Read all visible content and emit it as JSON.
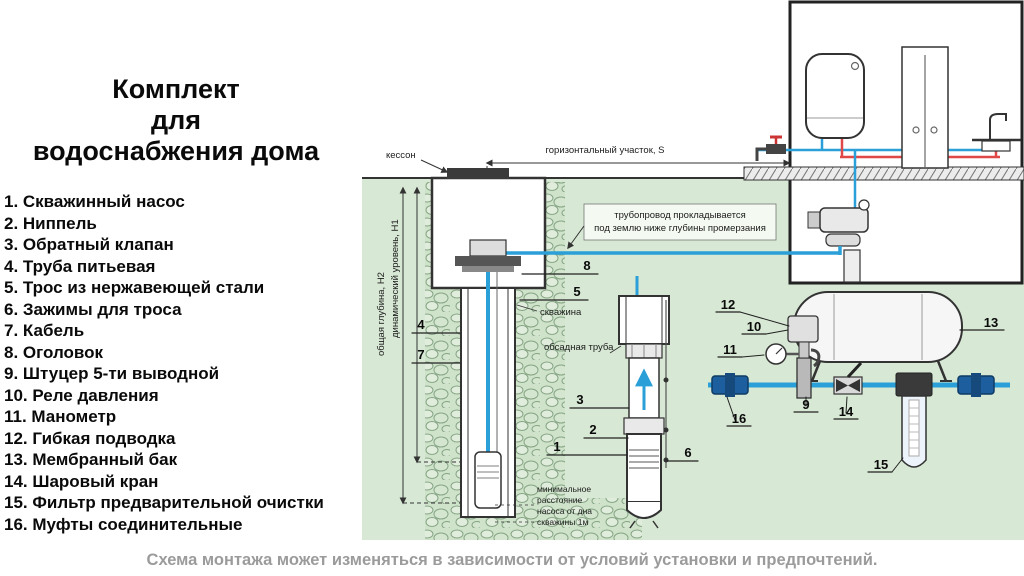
{
  "title": {
    "line1": "Комплект",
    "line2": "для",
    "line3": "водоснабжения дома"
  },
  "parts": [
    "1. Скважинный насос",
    "2. Ниппель",
    "3. Обратный клапан",
    "4. Труба питьевая",
    "5. Трос из нержавеющей стали",
    "6. Зажимы для троса",
    "7. Кабель",
    "8. Оголовок",
    "9. Штуцер 5-ти выводной",
    "10. Реле давления",
    "11. Манометр",
    "12. Гибкая подводка",
    "13. Мембранный бак",
    "14. Шаровый кран",
    "15. Фильтр предварительной очистки",
    "16. Муфты соединительные"
  ],
  "diagram": {
    "kesson": "кессон",
    "horizontal_section": "горизонтальный участок, S",
    "pipe_note_line1": "трубопровод прокладывается",
    "pipe_note_line2": "под землю ниже глубины промерзания",
    "well": "скважина",
    "casing": "обсадная труба",
    "total_depth": "общая глубина, Н2",
    "dynamic_level": "динамический уровень, Н1",
    "min_dist_line1": "минимальное",
    "min_dist_line2": "расстояние",
    "min_dist_line3": "насоса от дна",
    "min_dist_line4": "скважины 1м"
  },
  "callouts": {
    "c1": "1",
    "c2": "2",
    "c3": "3",
    "c4": "4",
    "c5": "5",
    "c6": "6",
    "c7": "7",
    "c8": "8",
    "c9": "9",
    "c10": "10",
    "c11": "11",
    "c12": "12",
    "c13": "13",
    "c14": "14",
    "c15": "15",
    "c16": "16"
  },
  "footer": "Схема монтажа может изменяться в зависимости от условий установки и предпочтений.",
  "colors": {
    "ground": "#d7e8d4",
    "pipe_cold": "#2a9fd8",
    "pipe_hot": "#e04848",
    "coupling_blue": "#1d5f9e",
    "footer_text": "#9b9b9b"
  }
}
